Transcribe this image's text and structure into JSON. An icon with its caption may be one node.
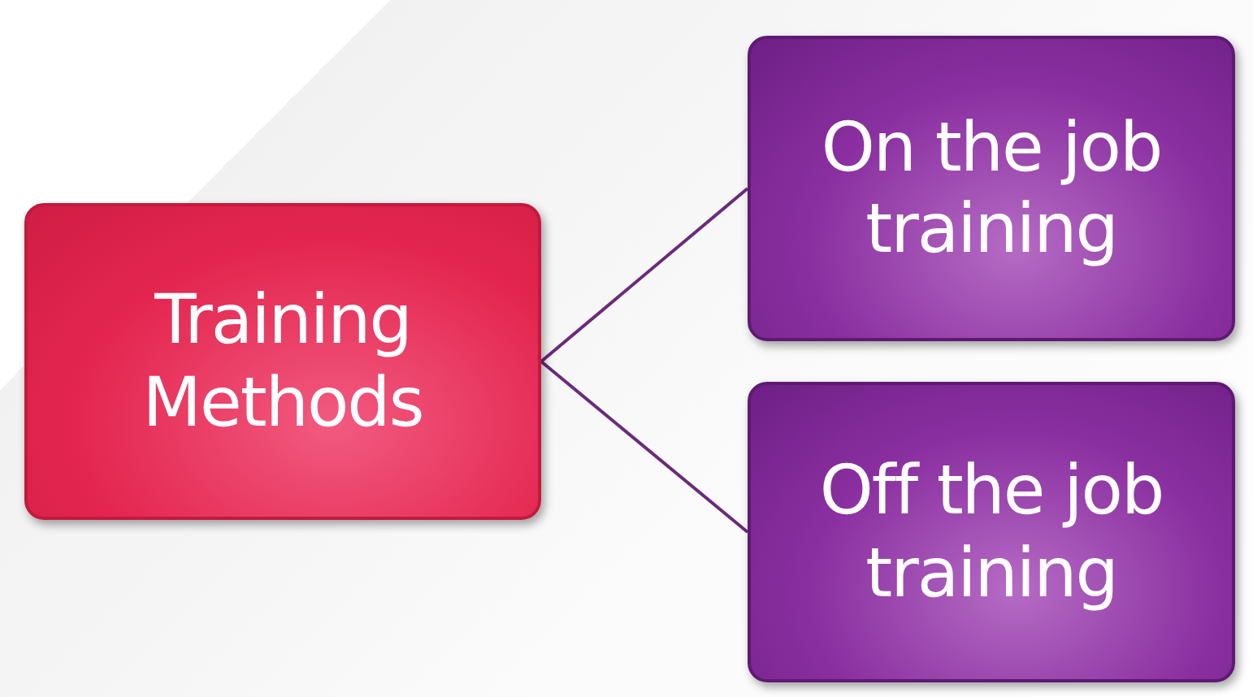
{
  "diagram": {
    "nodes": [
      {
        "text": [
          "Training Methods"
        ]
      },
      {
        "text": [
          "On the job training"
        ]
      },
      {
        "text": [
          "Off the job training"
        ]
      }
    ],
    "edges": [
      {
        "from": 0,
        "to": 1,
        "arrow": "none"
      },
      {
        "from": 0,
        "to": 2,
        "arrow": "none"
      }
    ]
  }
}
